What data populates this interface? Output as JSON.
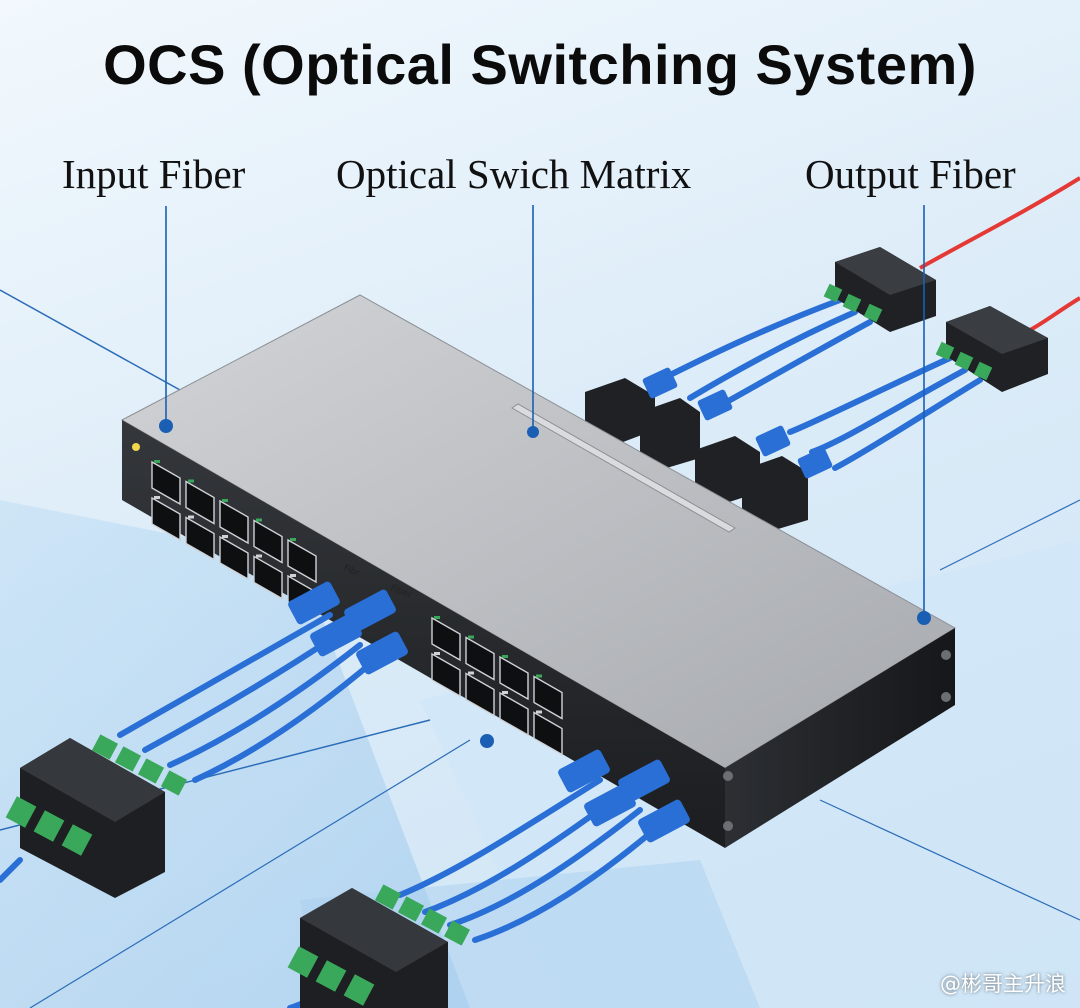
{
  "title": "OCS (Optical Switching System)",
  "labels": {
    "input": "Input Fiber",
    "matrix": "Optical Swich Matrix",
    "output": "Output Fiber"
  },
  "port_labels": {
    "fiber_a": "Fibr",
    "fiber_b": "Fiber",
    "fiber_c": "Fiber",
    "fiber_d": "Fiber"
  },
  "watermark": "@彬哥主升浪",
  "colors": {
    "fiber_blue": "#2a6fd6",
    "fiber_red": "#e53935",
    "connector_green": "#3aa85a",
    "leader_line": "#1a5fb4",
    "chassis_top": "#b9bcc0",
    "chassis_front": "#2a2d31"
  },
  "icons": [
    "rj45-port-icon",
    "fiber-connector-icon",
    "terminal-block-icon",
    "status-led-icon"
  ]
}
